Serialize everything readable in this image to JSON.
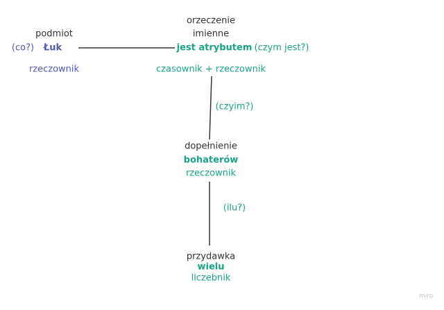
{
  "subject": {
    "label": "podmiot",
    "question": "(co?)",
    "word": "Łuk",
    "part_of_speech": "rzeczownik"
  },
  "predicate": {
    "label_line1": "orzeczenie",
    "label_line2": "imienne",
    "word": "jest atrybutem",
    "question": "(czym jest?)",
    "part_of_speech": "czasownik + rzeczownik"
  },
  "object": {
    "question": "(czyim?)",
    "label": "dopełnienie",
    "word": "bohaterów",
    "part_of_speech": "rzeczownik"
  },
  "attribute": {
    "question": "(ilu?)",
    "label": "przydawka",
    "word": "wielu",
    "part_of_speech": "liczebnik"
  },
  "watermark": "miro"
}
